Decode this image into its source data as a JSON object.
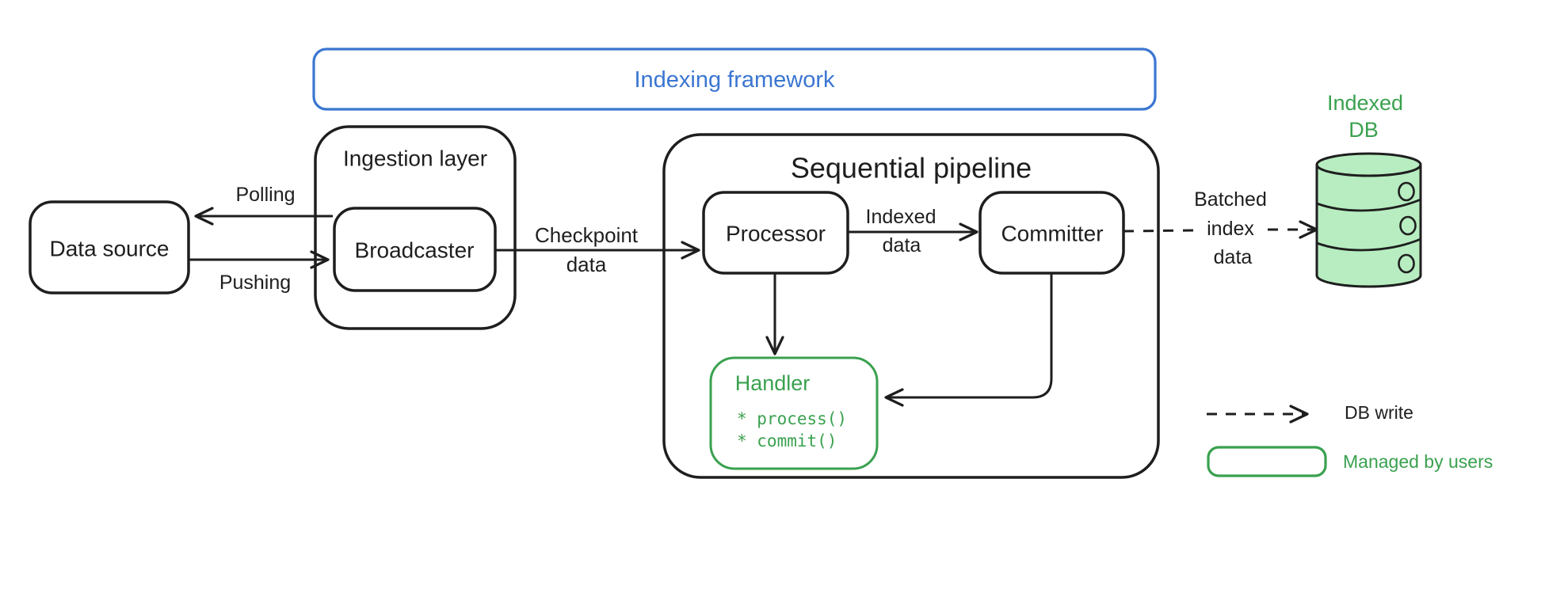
{
  "diagram": {
    "title": "Indexing framework",
    "nodes": {
      "data_source": {
        "label": "Data source"
      },
      "ingestion_layer": {
        "label": "Ingestion layer"
      },
      "broadcaster": {
        "label": "Broadcaster"
      },
      "pipeline": {
        "label": "Sequential pipeline"
      },
      "processor": {
        "label": "Processor"
      },
      "committer": {
        "label": "Committer"
      },
      "handler": {
        "label": "Handler",
        "methods": [
          "* process()",
          "* commit()"
        ]
      },
      "indexed_db": {
        "label_line1": "Indexed",
        "label_line2": "DB"
      }
    },
    "edges": {
      "polling": {
        "label": "Polling"
      },
      "pushing": {
        "label": "Pushing"
      },
      "checkpoint": {
        "label_line1": "Checkpoint",
        "label_line2": "data"
      },
      "indexed_data": {
        "label_line1": "Indexed",
        "label_line2": "data"
      },
      "batched_index": {
        "label_line1": "Batched",
        "label_line2": "index",
        "label_line3": "data"
      }
    },
    "legend": {
      "db_write": "DB write",
      "managed_by_users": "Managed by users"
    },
    "colors": {
      "ink": "#1e1e1e",
      "blue": "#3b76d1",
      "green": "#3aa14f",
      "green_fill": "#b7edc0",
      "background": "#ffffff"
    }
  }
}
